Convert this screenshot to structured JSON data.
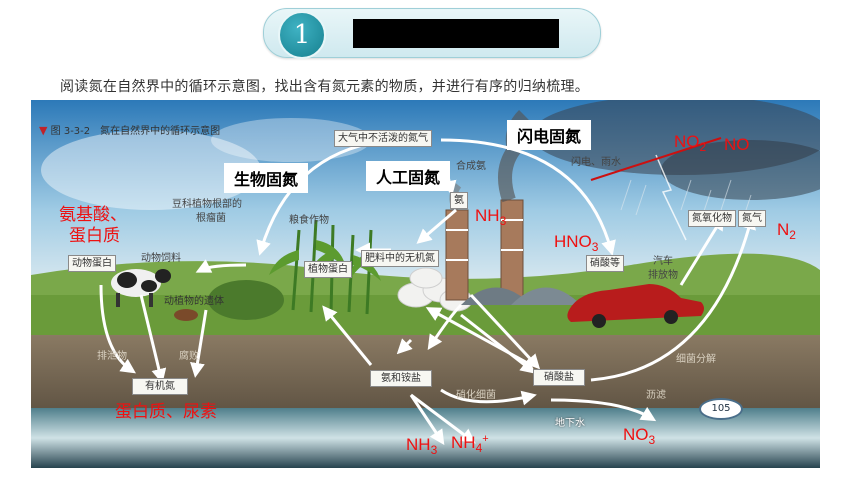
{
  "header": {
    "number": "1"
  },
  "intro_text": "阅读氮在自然界中的循环示意图，找出含有氮元素的物质，并进行有序的归纳梳理。",
  "figure": {
    "caption": "图 3-3-2　氮在自然界中的循环示意图",
    "page_number": "105",
    "boxes": {
      "atmosphere": "大气中不活泼的氮气",
      "ammonia": "氨",
      "fertilizer": "肥料中的无机氮",
      "plant_protein": "植物蛋白",
      "animal_protein": "动物蛋白",
      "organic_n": "有机氮",
      "ammonium": "氨和铵盐",
      "nitrate_salt": "硝酸盐",
      "nitric_acid": "硝酸等",
      "nitrogen_oxides": "氮氧化物",
      "nitrogen_gas": "氮气"
    },
    "labels": {
      "synthetic_ammonia": "合成氨",
      "lightning_rain": "闪电、雨水",
      "legume_line1": "豆科植物根部的",
      "legume_line2": "根瘤菌",
      "grain_crops": "粮食作物",
      "animal_feed": "动物饲料",
      "remains": "动植物的遗体",
      "excreta": "排泄物",
      "decay": "腐败",
      "nitrifying_bacteria": "硝化细菌",
      "groundwater": "地下水",
      "leaching": "沥滤",
      "bacterial_decomposition": "细菌分解",
      "car_line1": "汽车",
      "car_line2": "排放物"
    },
    "callouts": {
      "biological": "生物固氮",
      "industrial": "人工固氮",
      "lightning": "闪电固氮"
    },
    "annotations": {
      "n2_top": "N",
      "n2_top_sub": "2",
      "no2": "NO",
      "no2_sub": "2",
      "no": "NO",
      "nh3_factory": "NH",
      "nh3_factory_sub": "3",
      "hno3": "HNO",
      "hno3_sub": "3",
      "n2_right": "N",
      "n2_right_sub": "2",
      "amino_line1": "氨基酸、",
      "amino_line2": "蛋白质",
      "protein_urea": "蛋白质、尿素",
      "nh3_bottom": "NH",
      "nh3_bottom_sub": "3",
      "nh4_bottom": "NH",
      "nh4_bottom_sub": "4",
      "nh4_bottom_sup": "+",
      "no3_bottom": "NO",
      "no3_bottom_sub": "3"
    },
    "colors": {
      "annotation_red": "#ee1111",
      "sky_top": "#2c79b8",
      "grass": "#6a9b3a",
      "soil": "#7a6a55",
      "water": "#2f5666"
    }
  }
}
